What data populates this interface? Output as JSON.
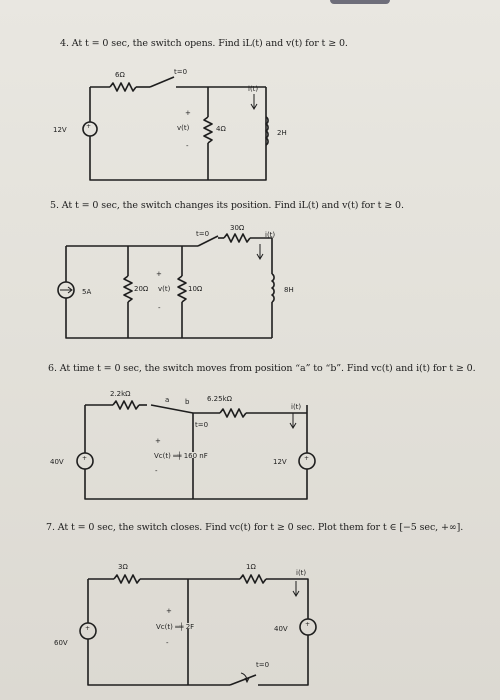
{
  "problems": [
    {
      "text": "4.  At t = 0 sec, the switch opens. Find iL(t) and v(t) for t ≥ 0.",
      "labels": {
        "r_series": "6Ω",
        "switch": "t=0",
        "current": "i(t)",
        "source": "12V",
        "plus": "+",
        "voltage": "v(t)",
        "r_shunt": "4Ω",
        "minus": "-",
        "inductor": "2H"
      }
    },
    {
      "text": "5.  At t = 0 sec, the switch changes its position. Find iL(t) and v(t) for t ≥ 0.",
      "labels": {
        "switch": "t=0",
        "r_top": "30Ω",
        "current": "i(t)",
        "source": "5A",
        "r1": "20Ω",
        "plus": "+",
        "voltage": "v(t)",
        "r2": "10Ω",
        "minus": "-",
        "inductor": "8H"
      }
    },
    {
      "text": "6.  At time t = 0 sec, the switch moves from position “a” to “b”. Find vc(t) and i(t) for t ≥ 0.",
      "labels": {
        "r_left": "2.2kΩ",
        "pos_a": "a",
        "pos_b": "b",
        "r_right": "6.25kΩ",
        "switch": "t=0",
        "current": "i(t)",
        "plus": "+",
        "cap": "Vc(t) ═╪ 160 nF",
        "minus": "-",
        "src_left": "40V",
        "src_right": "12V"
      }
    },
    {
      "text": "7.  At t = 0 sec, the switch closes. Find vc(t) for t ≥ 0 sec. Plot them for t ∈ [−5 sec, +∞].",
      "labels": {
        "r_left": "3Ω",
        "r_right": "1Ω",
        "current": "i(t)",
        "plus": "+",
        "cap": "Vc(t) ═╪ 2F",
        "minus": "-",
        "src_right": "40V",
        "src_left": "60V",
        "switch": "t=0"
      }
    }
  ]
}
